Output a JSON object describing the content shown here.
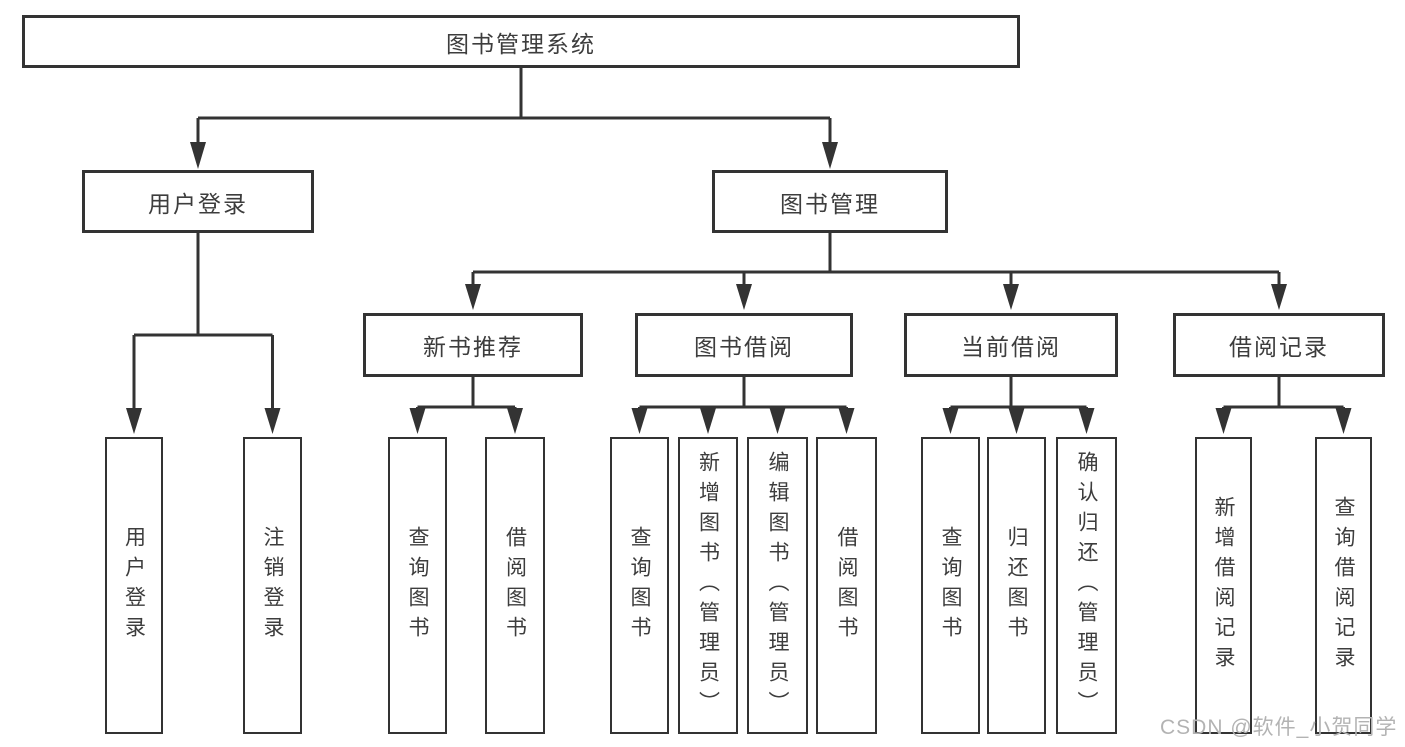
{
  "diagram": {
    "type": "hierarchy-tree",
    "root": {
      "label": "图书管理系统"
    },
    "level2": [
      {
        "label": "用户登录"
      },
      {
        "label": "图书管理"
      }
    ],
    "level3": [
      {
        "label": "新书推荐",
        "parent": "图书管理"
      },
      {
        "label": "图书借阅",
        "parent": "图书管理"
      },
      {
        "label": "当前借阅",
        "parent": "图书管理"
      },
      {
        "label": "借阅记录",
        "parent": "图书管理"
      }
    ],
    "leaves": [
      {
        "label": "用户登录",
        "parent": "用户登录"
      },
      {
        "label": "注销登录",
        "parent": "用户登录"
      },
      {
        "label": "查询图书",
        "parent": "新书推荐"
      },
      {
        "label": "借阅图书",
        "parent": "新书推荐"
      },
      {
        "label": "查询图书",
        "parent": "图书借阅"
      },
      {
        "label": "新增图书（管理员）",
        "parent": "图书借阅"
      },
      {
        "label": "编辑图书（管理员）",
        "parent": "图书借阅"
      },
      {
        "label": "借阅图书",
        "parent": "图书借阅"
      },
      {
        "label": "查询图书",
        "parent": "当前借阅"
      },
      {
        "label": "归还图书",
        "parent": "当前借阅"
      },
      {
        "label": "确认归还（管理员）",
        "parent": "当前借阅"
      },
      {
        "label": "新增借阅记录",
        "parent": "借阅记录"
      },
      {
        "label": "查询借阅记录",
        "parent": "借阅记录"
      }
    ],
    "colors": {
      "line": "#333333",
      "box_border": "#333333",
      "box_fill": "#ffffff",
      "text": "#3d3d3d",
      "background": "#ffffff",
      "watermark": "#b3b3b3"
    }
  },
  "watermark": {
    "text": "CSDN @软件_小贺同学"
  }
}
